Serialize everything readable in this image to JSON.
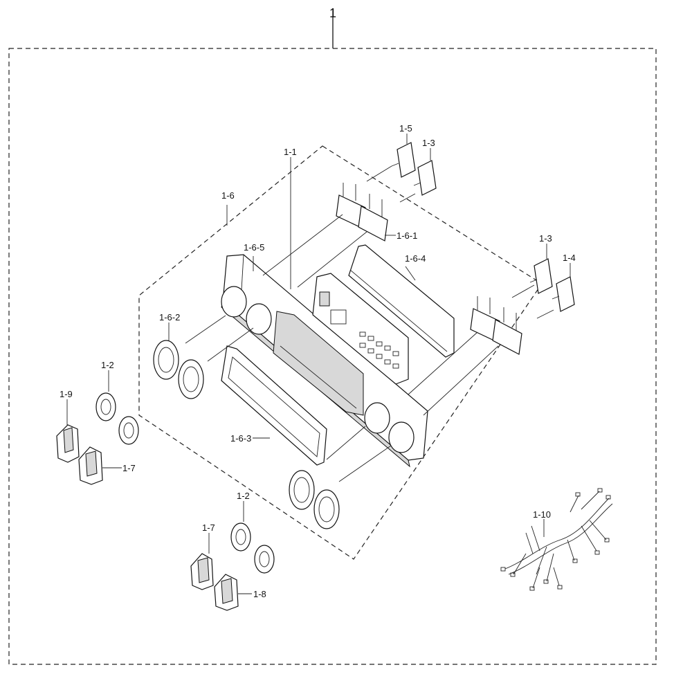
{
  "labels": {
    "assembly": "1",
    "l_1_1": "1-1",
    "l_1_2_a": "1-2",
    "l_1_2_b": "1-2",
    "l_1_3_a": "1-3",
    "l_1_3_b": "1-3",
    "l_1_4": "1-4",
    "l_1_5": "1-5",
    "l_1_6": "1-6",
    "l_1_6_1": "1-6-1",
    "l_1_6_2": "1-6-2",
    "l_1_6_3": "1-6-3",
    "l_1_6_4": "1-6-4",
    "l_1_6_5": "1-6-5",
    "l_1_7_a": "1-7",
    "l_1_7_b": "1-7",
    "l_1_8": "1-8",
    "l_1_9": "1-9",
    "l_1_10": "1-10"
  },
  "colors": {
    "line": "#111111",
    "background": "#ffffff",
    "shade": "#d8d8d8"
  }
}
